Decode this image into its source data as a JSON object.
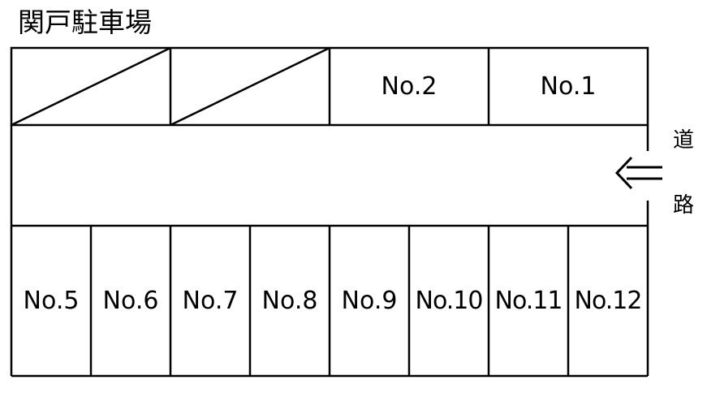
{
  "title": "関戸駐車場",
  "road": {
    "label_top": "道",
    "label_bottom": "路",
    "entrance_arrow": "double-left-arrow-icon"
  },
  "top_row": {
    "unavailable_slots": 2,
    "spaces": [
      {
        "label": "No.2"
      },
      {
        "label": "No.1"
      }
    ]
  },
  "bottom_row": {
    "spaces": [
      {
        "label": "No.5"
      },
      {
        "label": "No.6"
      },
      {
        "label": "No.7"
      },
      {
        "label": "No.8"
      },
      {
        "label": "No.9"
      },
      {
        "label": "No.10"
      },
      {
        "label": "No.11"
      },
      {
        "label": "No.12"
      }
    ]
  },
  "colors": {
    "line": "#000000",
    "background": "#ffffff"
  }
}
